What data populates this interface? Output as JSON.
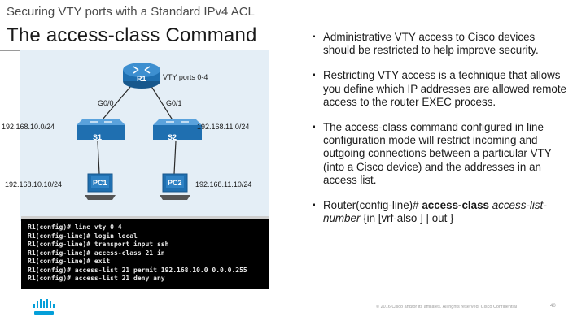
{
  "section_title": "Securing VTY ports with a Standard IPv4 ACL",
  "slide_title": "The access-class Command",
  "diagram": {
    "router_label": "R1",
    "vty_label": "VTY ports 0-4",
    "g00_label": "G0/0",
    "g01_label": "G0/1",
    "net1_label": "192.168.10.0/24",
    "net2_label": "192.168.11.0/24",
    "s1_label": "S1",
    "s2_label": "S2",
    "pc1_label": "PC1",
    "pc2_label": "PC2",
    "pc1_ip": "192.168.10.10/24",
    "pc2_ip": "192.168.11.10/24"
  },
  "terminal": {
    "lines": [
      "R1(config)# line vty 0 4",
      "R1(config-line)# login local",
      "R1(config-line)# transport input ssh",
      "R1(config-line)# access-class 21 in",
      "R1(config-line)# exit",
      "R1(config)# access-list 21 permit 192.168.10.0 0.0.0.255",
      "R1(config)# access-list 21 deny any"
    ]
  },
  "bullets": {
    "b1": "Administrative VTY access to Cisco devices should be restricted to help improve security.",
    "b2": "Restricting VTY access is a technique that allows you define which IP addresses are allowed remote access to the router EXEC process.",
    "b3": "The access-class command configured in line configuration mode will restrict incoming and outgoing connections between a particular VTY (into a Cisco device) and the addresses in an access list.",
    "b4_prefix": "Router(config-line)# ",
    "b4_cmd": "access-class",
    "b4_arg": "access-list-number",
    "b4_suffix": " {in [vrf-also ] | out }"
  },
  "footer": {
    "copyright": "© 2016 Cisco and/or its affiliates. All rights reserved. Cisco Confidential",
    "page_number": "40"
  },
  "colors": {
    "diagram_bg": "#e4eef6",
    "router_blue": "#1f6fb0",
    "cisco_blue": "#049fd9"
  },
  "icons": [
    "router-icon",
    "switch-icon",
    "pc-icon",
    "cisco-logo-icon"
  ]
}
